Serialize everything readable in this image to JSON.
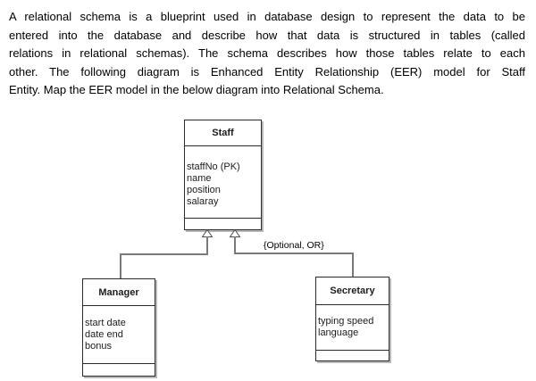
{
  "paragraph": {
    "lines": [
      "A relational schema is a blueprint used in database design to represent the data to be",
      "entered into the database and describe how that data is structured in tables (called",
      "relations in relational schemas). The schema describes how those tables relate to each",
      "other. The following diagram is Enhanced Entity Relationship (EER) model for Staff",
      "Entity. Map the EER model in the below diagram into Relational Schema."
    ]
  },
  "diagram": {
    "constraint_label": "{Optional, OR}",
    "staff": {
      "title": "Staff",
      "attributes": [
        "staffNo (PK)",
        "name",
        "position",
        "salaray"
      ]
    },
    "manager": {
      "title": "Manager",
      "attributes": [
        "start date",
        "date end",
        "bonus"
      ]
    },
    "secretary": {
      "title": "Secretary",
      "attributes": [
        "typing speed",
        "language"
      ]
    },
    "colors": {
      "box_border": "#2b2b2b",
      "box_shadow": "#b8b8b8",
      "connector": "#7a7a7a",
      "text": "#000000"
    }
  }
}
